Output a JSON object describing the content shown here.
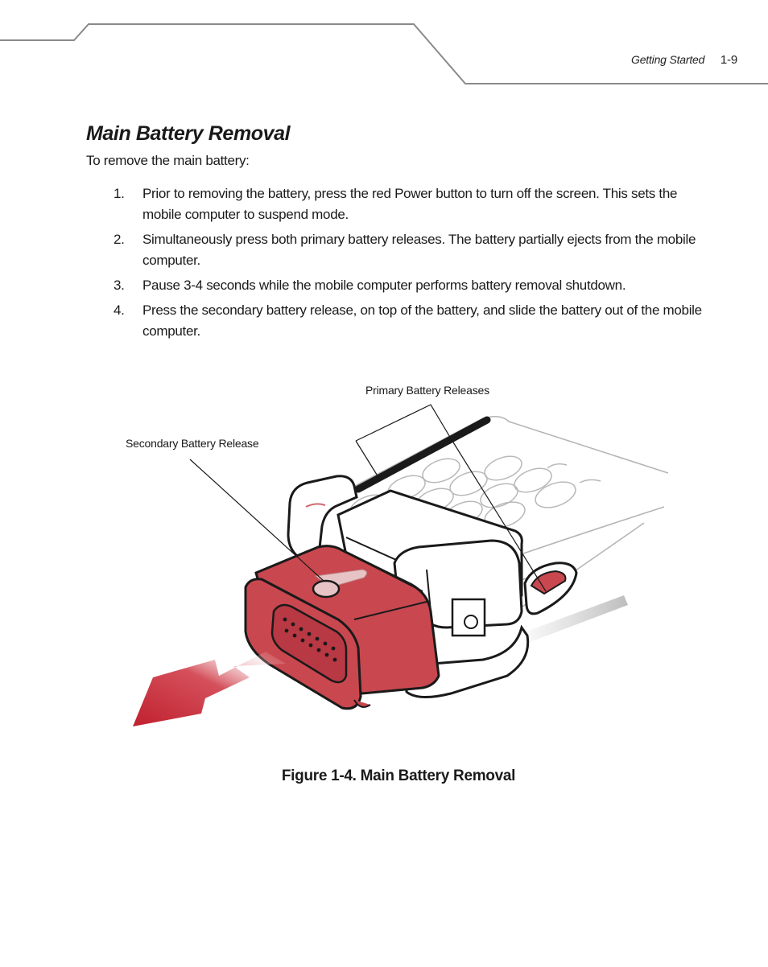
{
  "header": {
    "section_title": "Getting Started",
    "page_number": "1-9"
  },
  "section": {
    "heading": "Main Battery Removal",
    "intro": "To remove the main battery:"
  },
  "steps": [
    {
      "num": "1.",
      "text": "Prior to removing the battery, press the red Power button to turn off the screen. This sets the mobile computer to suspend mode."
    },
    {
      "num": "2.",
      "text": "Simultaneously press both primary battery releases. The battery partially ejects from the mobile computer."
    },
    {
      "num": "3.",
      "text": "Pause 3-4 seconds while the mobile computer performs battery removal shutdown."
    },
    {
      "num": "4.",
      "text": "Press the secondary battery release, on top of the battery, and slide the battery out of the mobile computer."
    }
  ],
  "figure": {
    "callouts": {
      "primary": "Primary Battery Releases",
      "secondary": "Secondary Battery Release"
    },
    "caption": "Figure 1-4.  Main Battery Removal",
    "colors": {
      "battery": "#c9474f",
      "arrow": "#c0202e",
      "outline": "#1a1a1a"
    }
  }
}
